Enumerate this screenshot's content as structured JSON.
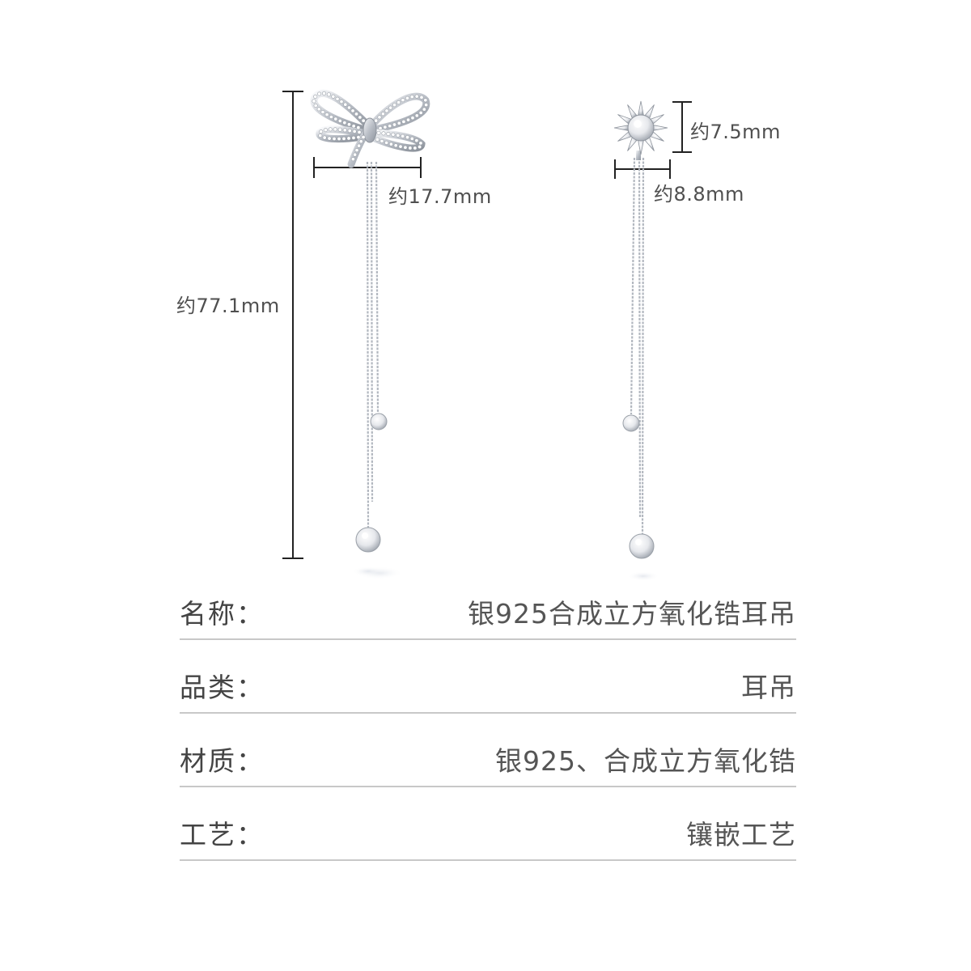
{
  "dimensions": {
    "total_length": "约77.1mm",
    "bow_width": "约17.7mm",
    "flower_height": "约7.5mm",
    "flower_width": "约8.8mm"
  },
  "specs": [
    {
      "label": "名称：",
      "value": "银925合成立方氧化锆耳吊"
    },
    {
      "label": "品类：",
      "value": "耳吊"
    },
    {
      "label": "材质：",
      "value": "银925、合成立方氧化锆"
    },
    {
      "label": "工艺：",
      "value": "镶嵌工艺"
    }
  ],
  "colors": {
    "background": "#ffffff",
    "text": "#4a4a4a",
    "divider": "#c8c8c8",
    "dimension_line": "#222222",
    "metal": "#c9ccd2"
  },
  "icons": [
    "bow-earring-icon",
    "flower-earring-icon"
  ]
}
